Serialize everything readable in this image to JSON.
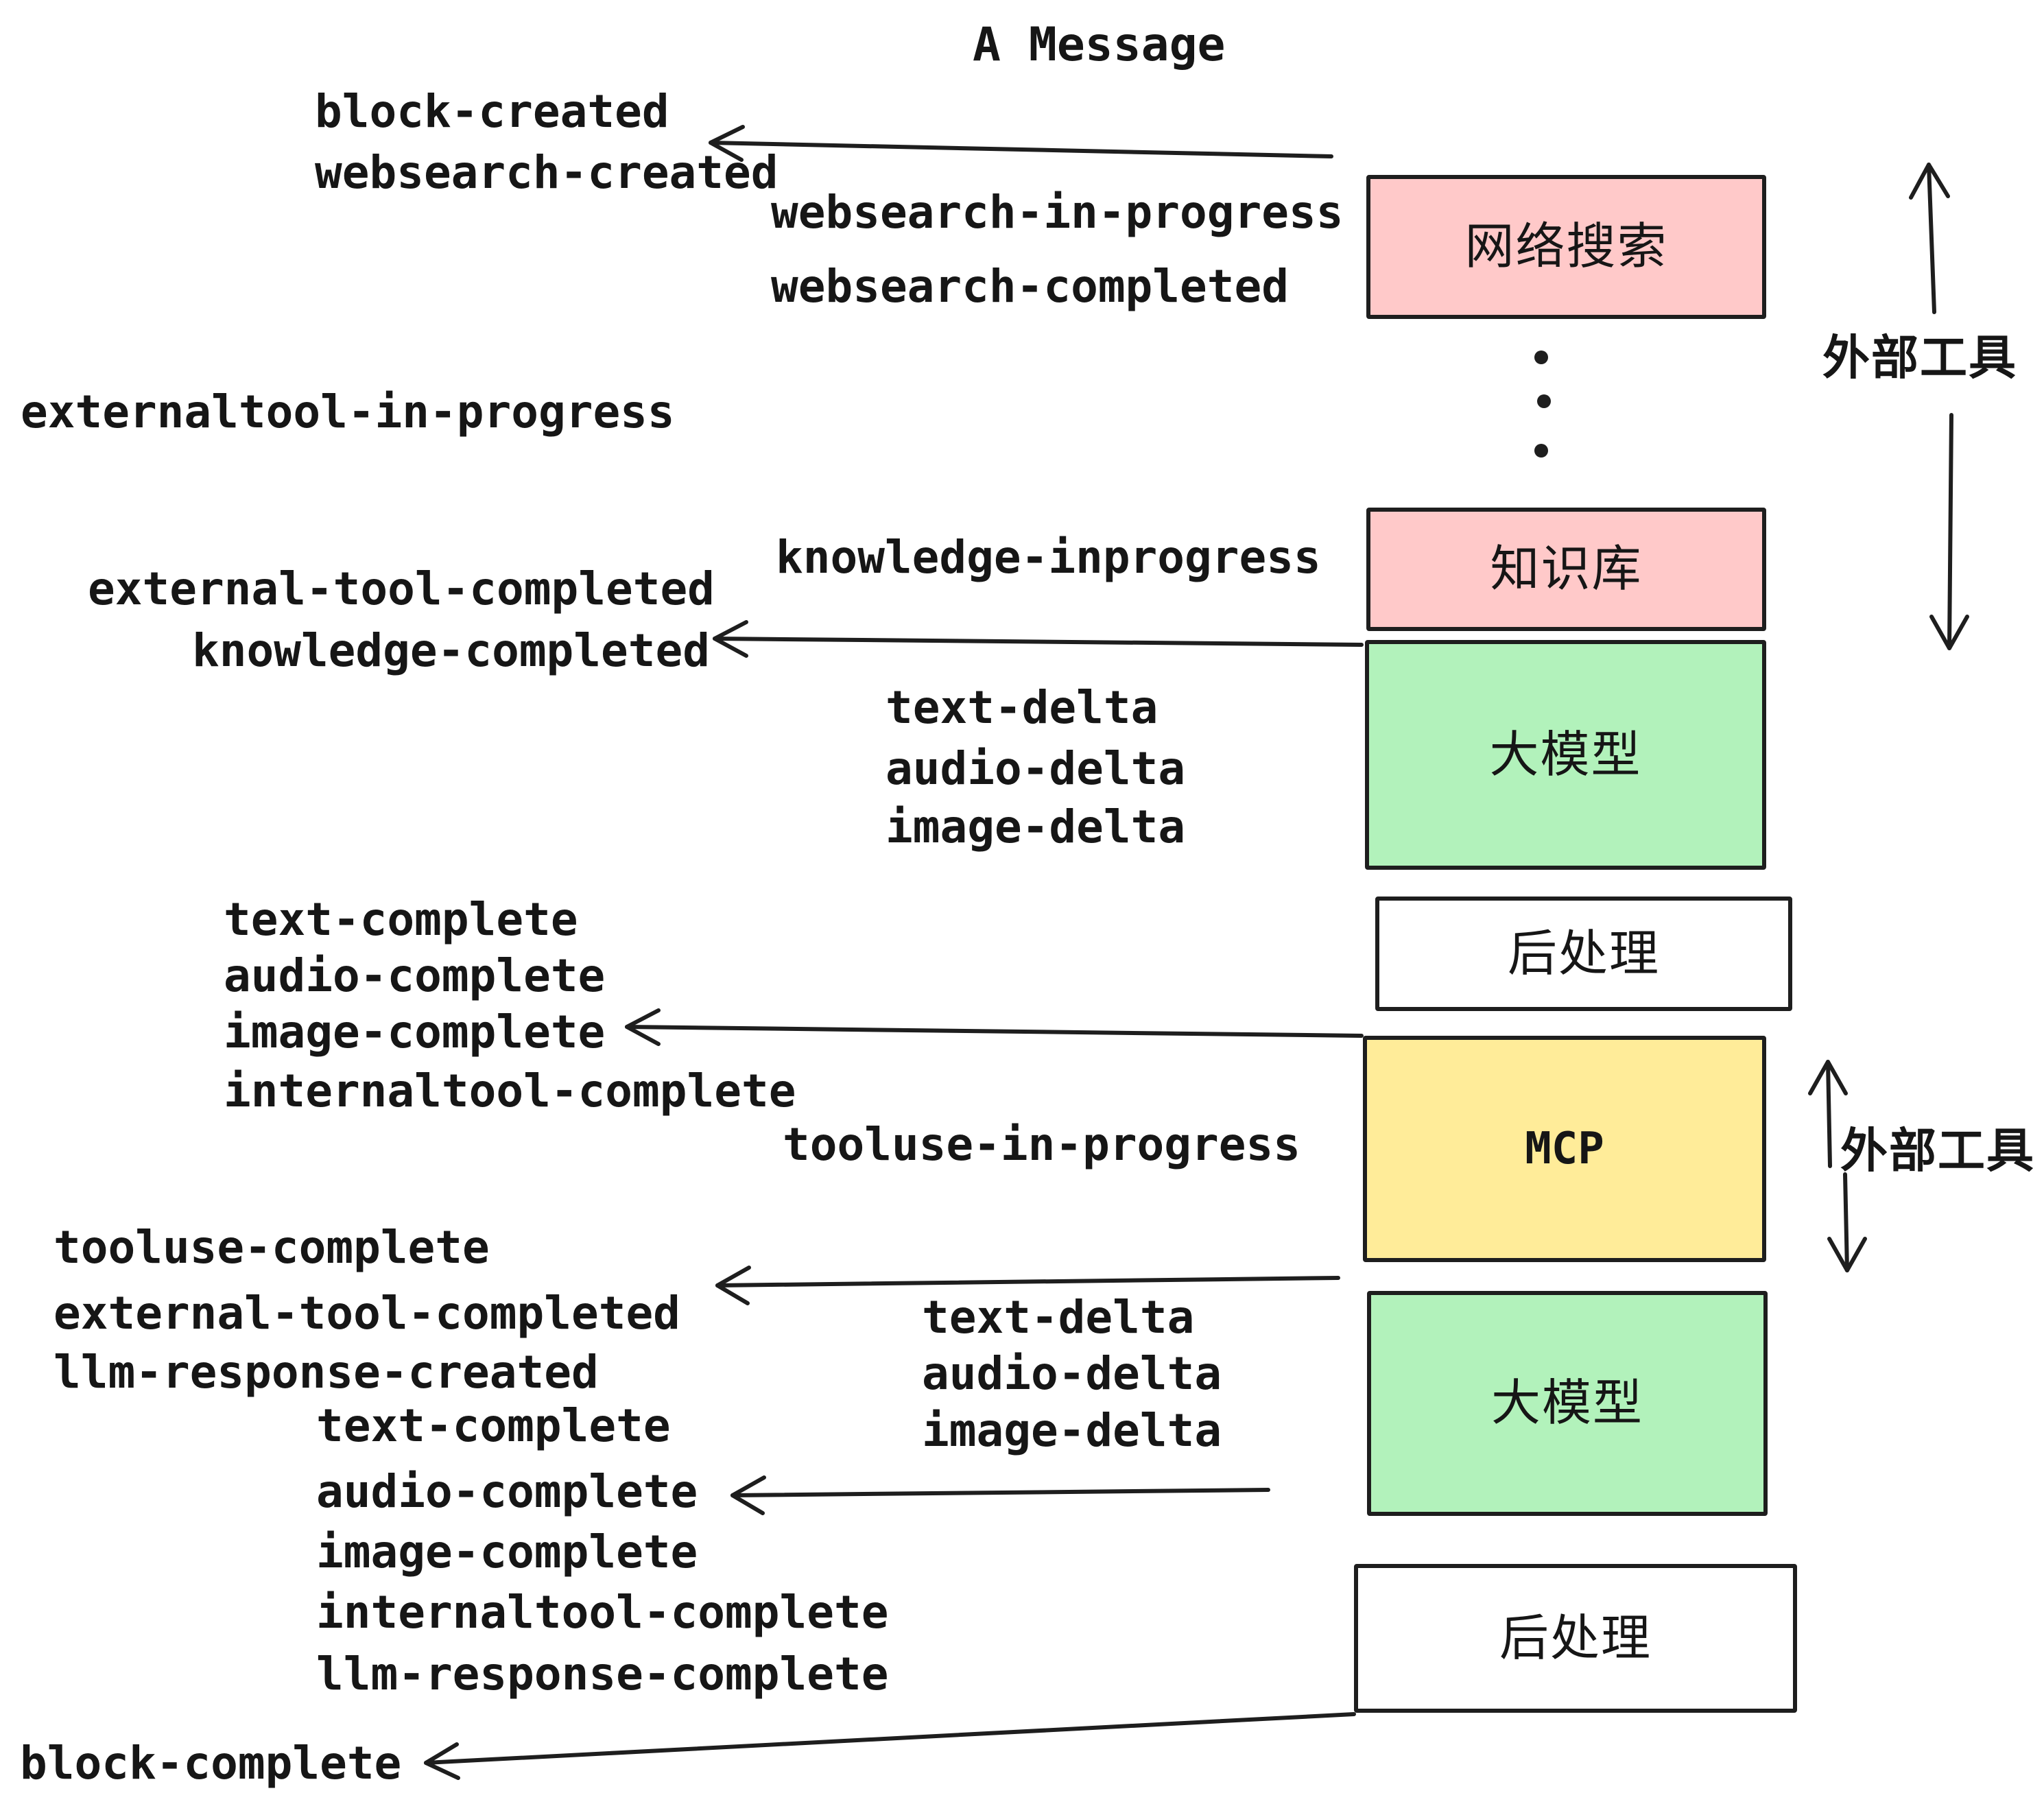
{
  "title": "A Message",
  "palette": {
    "pink": "#ffc9c9",
    "green": "#b2f2bb",
    "yellow": "#ffec99",
    "white": "#ffffff",
    "stroke": "#1e1e1e"
  },
  "nodes": [
    {
      "id": "websearch",
      "label": "网络搜索",
      "fill": "#ffc9c9"
    },
    {
      "id": "knowledge",
      "label": "知识库",
      "fill": "#ffc9c9"
    },
    {
      "id": "llm_1",
      "label": "大模型",
      "fill": "#b2f2bb"
    },
    {
      "id": "post_1",
      "label": "后处理",
      "fill": "#ffffff"
    },
    {
      "id": "mcp",
      "label": "MCP",
      "fill": "#ffec99"
    },
    {
      "id": "llm_2",
      "label": "大模型",
      "fill": "#b2f2bb"
    },
    {
      "id": "post_2",
      "label": "后处理",
      "fill": "#ffffff"
    }
  ],
  "events": {
    "block_created": "block-created",
    "websearch_created": "websearch-created",
    "websearch_in_progress": "websearch-in-progress",
    "websearch_completed": "websearch-completed",
    "externaltool_in_progress": "externaltool-in-progress",
    "knowledge_inprogress": "knowledge-inprogress",
    "external_tool_completed_1": "external-tool-completed",
    "knowledge_completed": "knowledge-completed",
    "text_delta_1": "text-delta",
    "audio_delta_1": "audio-delta",
    "image_delta_1": "image-delta",
    "text_complete_1": "text-complete",
    "audio_complete_1": "audio-complete",
    "image_complete_1": "image-complete",
    "internaltool_complete_1": "internaltool-complete",
    "tooluse_in_progress": "tooluse-in-progress",
    "tooluse_complete": "tooluse-complete",
    "external_tool_completed_2": "external-tool-completed",
    "llm_response_created": "llm-response-created",
    "text_delta_2": "text-delta",
    "audio_delta_2": "audio-delta",
    "image_delta_2": "image-delta",
    "text_complete_2": "text-complete",
    "audio_complete_2": "audio-complete",
    "image_complete_2": "image-complete",
    "internaltool_complete_2": "internaltool-complete",
    "llm_response_complete": "llm-response-complete",
    "block_complete": "block-complete"
  },
  "annotations": {
    "external_tools_top": "外部工具",
    "external_tools_bottom": "外部工具"
  }
}
